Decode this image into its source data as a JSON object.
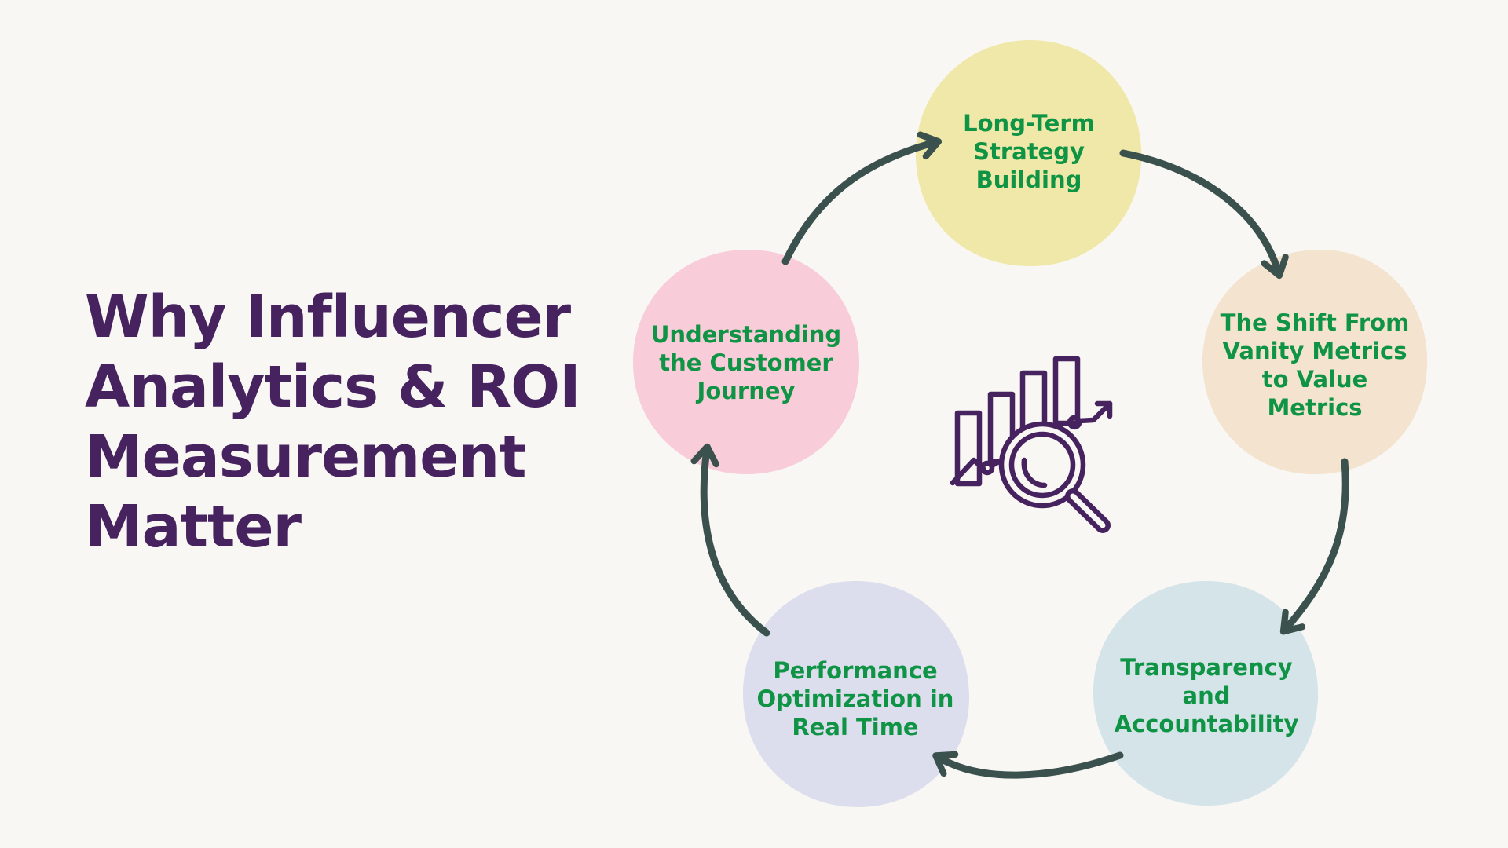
{
  "title": {
    "lines": [
      "Why Influencer",
      "Analytics & ROI",
      "Measurement",
      "Matter"
    ],
    "color": "#46225f"
  },
  "center_icon": "bar-chart-magnifier-icon",
  "colors": {
    "background": "#f9f7f4",
    "label_text": "#0e9444",
    "arrow": "#3a514e",
    "icon": "#46225f"
  },
  "cycle": [
    {
      "id": "long-term",
      "lines": [
        "Long-Term",
        "Strategy",
        "Building"
      ],
      "fill": "#f0e8a8"
    },
    {
      "id": "vanity-to-value",
      "lines": [
        "The Shift From",
        "Vanity Metrics",
        "to Value",
        "Metrics"
      ],
      "fill": "#f3e3cf"
    },
    {
      "id": "transparency",
      "lines": [
        "Transparency",
        "and",
        "Accountability"
      ],
      "fill": "#d4e4e8"
    },
    {
      "id": "performance",
      "lines": [
        "Performance",
        "Optimization in",
        "Real Time"
      ],
      "fill": "#dcdeed"
    },
    {
      "id": "customer-journey",
      "lines": [
        "Understanding",
        "the Customer",
        "Journey"
      ],
      "fill": "#f8ccd8"
    }
  ]
}
